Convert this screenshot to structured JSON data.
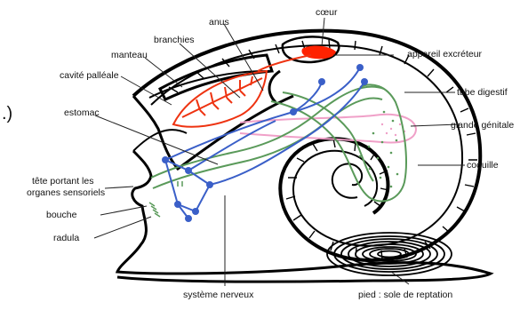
{
  "fragment": ".)",
  "labels": {
    "coeur": "cœur",
    "anus": "anus",
    "branchies": "branchies",
    "manteau": "manteau",
    "cavite_palleale": "cavité palléale",
    "appareil_excreteur": "appareil excréteur",
    "tube_digestif": "tube digestif",
    "estomac": "estomac",
    "glande_genitale": "glande génitale",
    "coquille": "coquille",
    "tete_line1": "tête portant les",
    "tete_line2": "organes sensoriels",
    "bouche": "bouche",
    "radula": "radula",
    "systeme_nerveux": "système nerveux",
    "pied": "pied : sole de reptation"
  },
  "colors": {
    "outline": "#000000",
    "heart": "#ff2200",
    "gills": "#ee3311",
    "digestive": "#5a9a5a",
    "nervous": "#3a5fc8",
    "genital": "#f0a0c8",
    "leader": "#222222"
  }
}
